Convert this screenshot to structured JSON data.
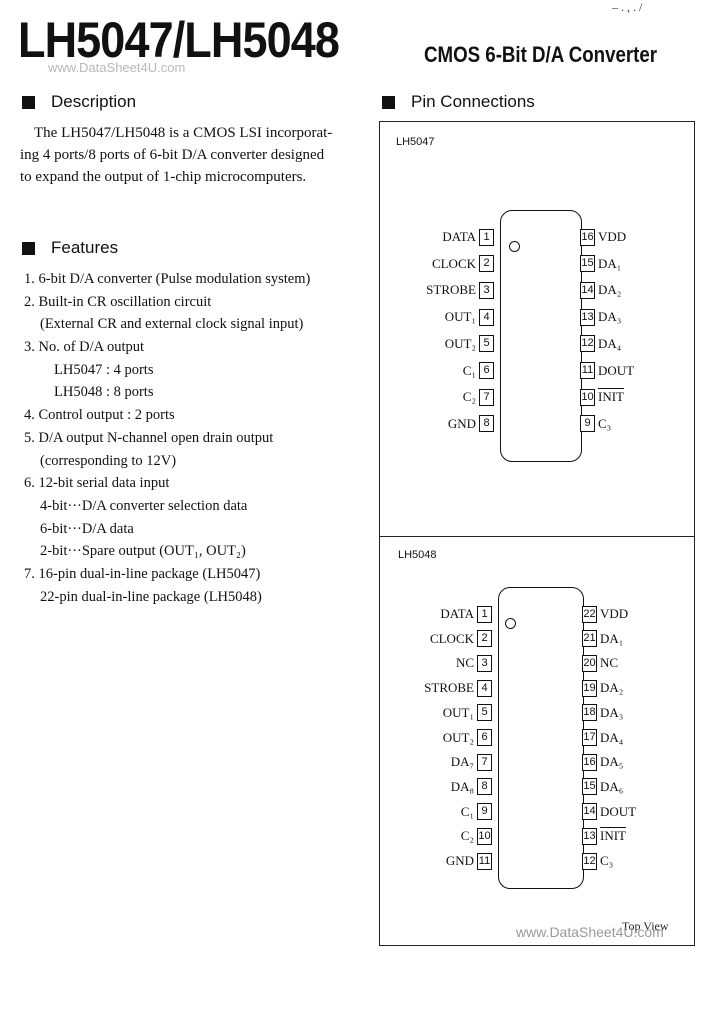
{
  "header": {
    "title": "LH5047/LH5048",
    "subtitle": "CMOS 6-Bit D/A Converter",
    "watermark": "www.DataSheet4U.com",
    "corner": "– . , .  /"
  },
  "description": {
    "heading": "Description",
    "lines": [
      "The LH5047/LH5048 is a CMOS LSI incorporat-",
      "ing 4 ports/8 ports of 6-bit D/A converter designed",
      "to expand the output of 1-chip microcomputers."
    ]
  },
  "features": {
    "heading": "Features",
    "lines": [
      "1. 6-bit D/A converter (Pulse modulation system)",
      "2. Built-in CR oscillation circuit",
      "    (External CR and external clock signal input)",
      "3. No. of D/A output",
      "        LH5047 : 4 ports",
      "        LH5048 : 8 ports",
      "4. Control output : 2 ports",
      "5. D/A output N-channel open drain output",
      "    (corresponding to 12V)",
      "6. 12-bit serial data input",
      "    4-bit···D/A converter selection data",
      "    6-bit···D/A data",
      "    2-bit···Spare output (OUT₁, OUT₂)",
      "7. 16-pin dual-in-line package (LH5047)",
      "    22-pin dual-in-line package (LH5048)"
    ]
  },
  "pins": {
    "heading": "Pin Connections",
    "lh5047": {
      "label": "LH5047",
      "left": [
        {
          "name": "DATA",
          "num": "1"
        },
        {
          "name": "CLOCK",
          "num": "2"
        },
        {
          "name": "STROBE",
          "num": "3"
        },
        {
          "name": "OUT₁",
          "num": "4"
        },
        {
          "name": "OUT₂",
          "num": "5"
        },
        {
          "name": "C₁",
          "num": "6"
        },
        {
          "name": "C₂",
          "num": "7"
        },
        {
          "name": "GND",
          "num": "8"
        }
      ],
      "right": [
        {
          "name": "VDD",
          "num": "16"
        },
        {
          "name": "DA₁",
          "num": "15"
        },
        {
          "name": "DA₂",
          "num": "14"
        },
        {
          "name": "DA₃",
          "num": "13"
        },
        {
          "name": "DA₄",
          "num": "12"
        },
        {
          "name": "DOUT",
          "num": "11"
        },
        {
          "name": "INIT",
          "num": "10"
        },
        {
          "name": "C₃",
          "num": "9"
        }
      ]
    },
    "lh5048": {
      "label": "LH5048",
      "left": [
        {
          "name": "DATA",
          "num": "1"
        },
        {
          "name": "CLOCK",
          "num": "2"
        },
        {
          "name": "NC",
          "num": "3"
        },
        {
          "name": "STROBE",
          "num": "4"
        },
        {
          "name": "OUT₁",
          "num": "5"
        },
        {
          "name": "OUT₂",
          "num": "6"
        },
        {
          "name": "DA₇",
          "num": "7"
        },
        {
          "name": "DA₈",
          "num": "8"
        },
        {
          "name": "C₁",
          "num": "9"
        },
        {
          "name": "C₂",
          "num": "10"
        },
        {
          "name": "GND",
          "num": "11"
        }
      ],
      "right": [
        {
          "name": "VDD",
          "num": "22"
        },
        {
          "name": "DA₁",
          "num": "21"
        },
        {
          "name": "NC",
          "num": "20"
        },
        {
          "name": "DA₂",
          "num": "19"
        },
        {
          "name": "DA₃",
          "num": "18"
        },
        {
          "name": "DA₄",
          "num": "17"
        },
        {
          "name": "DA₅",
          "num": "16"
        },
        {
          "name": "DA₆",
          "num": "15"
        },
        {
          "name": "DOUT",
          "num": "14"
        },
        {
          "name": "INIT",
          "num": "13"
        },
        {
          "name": "C₃",
          "num": "12"
        }
      ]
    },
    "top_view": "Top View"
  },
  "footer": {
    "watermark": "www.DataSheet4U.com"
  }
}
